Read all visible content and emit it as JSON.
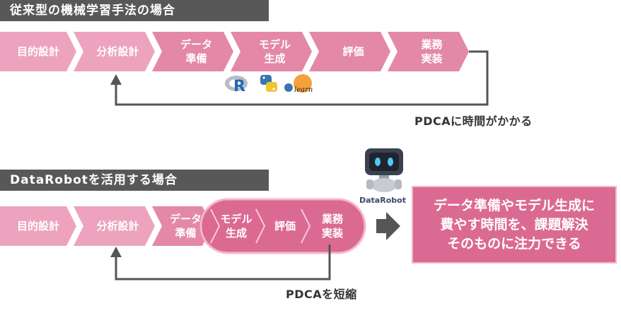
{
  "section1": {
    "title": "従来型の機械学習手法の場合",
    "steps": [
      {
        "label": "目的設計"
      },
      {
        "label": "分析設計"
      },
      {
        "label": "データ\n準備"
      },
      {
        "label": "モデル\n生成"
      },
      {
        "label": "評価"
      },
      {
        "label": "業務\n実装"
      }
    ],
    "caption": "PDCAに時間がかかる",
    "logo_text": "learn"
  },
  "section2": {
    "title": "DataRobotを活用する場合",
    "steps": [
      {
        "label": "目的設計"
      },
      {
        "label": "分析設計"
      },
      {
        "label": "データ\n準備"
      },
      {
        "label": "モデル\n生成"
      },
      {
        "label": "評価"
      },
      {
        "label": "業務\n実装"
      }
    ],
    "caption": "PDCAを短縮",
    "robot_label": "DataRobot",
    "result": "データ準備やモデル生成に\n費やす時間を、課題解決\nそのものに注力できる"
  },
  "colors": {
    "title_bg": "#585858",
    "chevron_light": "#eda3bd",
    "chevron_mid": "#e488a8",
    "chevron_dark": "#d96990",
    "accent": "#db6a92",
    "arrow": "#555555"
  }
}
